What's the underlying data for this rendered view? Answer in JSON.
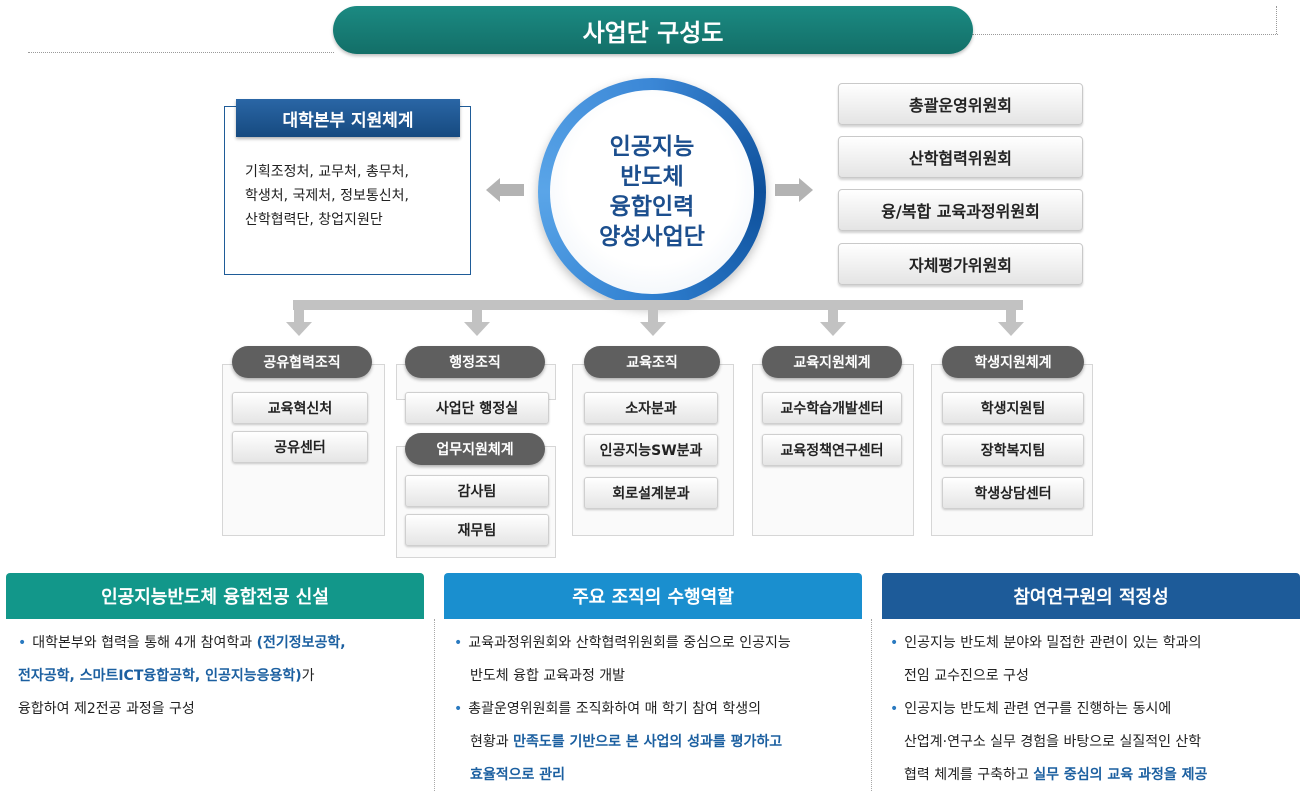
{
  "title": "사업단 구성도",
  "univ_support": {
    "header": "대학본부 지원체계",
    "lines": [
      "기획조정처, 교무처, 총무처,",
      "학생처, 국제처, 정보통신처,",
      "산학협력단, 창업지원단"
    ]
  },
  "center": {
    "lines": [
      "인공지능",
      "반도체",
      "융합인력",
      "양성사업단"
    ]
  },
  "committees": [
    "총괄운영위원회",
    "산학협력위원회",
    "융/복합 교육과정위원회",
    "자체평가위원회"
  ],
  "org_columns": [
    {
      "title": "공유협력조직",
      "items": [
        "교육혁신처",
        "공유센터"
      ]
    },
    {
      "title": "행정조직",
      "items": [
        "사업단 행정실"
      ],
      "sub_title": "업무지원체계",
      "sub_items": [
        "감사팀",
        "재무팀"
      ]
    },
    {
      "title": "교육조직",
      "items": [
        "소자분과",
        "인공지능SW분과",
        "회로설계분과"
      ]
    },
    {
      "title": "교육지원체계",
      "items": [
        "교수학습개발센터",
        "교육정책연구센터"
      ]
    },
    {
      "title": "학생지원체계",
      "items": [
        "학생지원팀",
        "장학복지팀",
        "학생상담센터"
      ]
    }
  ],
  "panels": [
    {
      "header": "인공지능반도체 융합전공 신설",
      "color": "#12978a",
      "bullets": [
        {
          "line1_pre": "대학본부와 협력을 통해 4개 참여학과 ",
          "line1_hl": "(전기정보공학,",
          "line2_hl": "전자공학, 스마트ICT융합공학, 인공지능응용학)",
          "line2_post": "가",
          "line3": "융합하여 제2전공 과정을 구성"
        }
      ]
    },
    {
      "header": "주요 조직의 수행역할",
      "color": "#1a8fcf",
      "bullets": [
        {
          "line1": "교육과정위원회와 산학협력위원회를 중심으로 인공지능",
          "line2": "반도체 융합 교육과정 개발"
        },
        {
          "line1": "총괄운영위원회를 조직화하여 매 학기 참여 학생의",
          "line2_pre": "현황과 ",
          "line2_hl": "만족도를 기반으로 본 사업의 성과를 평가하고",
          "line3_hl": "효율적으로 관리"
        }
      ]
    },
    {
      "header": "참여연구원의 적정성",
      "color": "#1d5b99",
      "bullets": [
        {
          "line1": "인공지능 반도체 분야와 밀접한 관련이 있는 학과의",
          "line2": "전임 교수진으로 구성"
        },
        {
          "line1": "인공지능 반도체 관련 연구를 진행하는 동시에",
          "line2": "산업계·연구소 실무 경험을 바탕으로 실질적인 산학",
          "line3_pre": "협력 체계를 구축하고 ",
          "line3_hl": "실무 중심의 교육 과정을 제공"
        }
      ]
    }
  ]
}
